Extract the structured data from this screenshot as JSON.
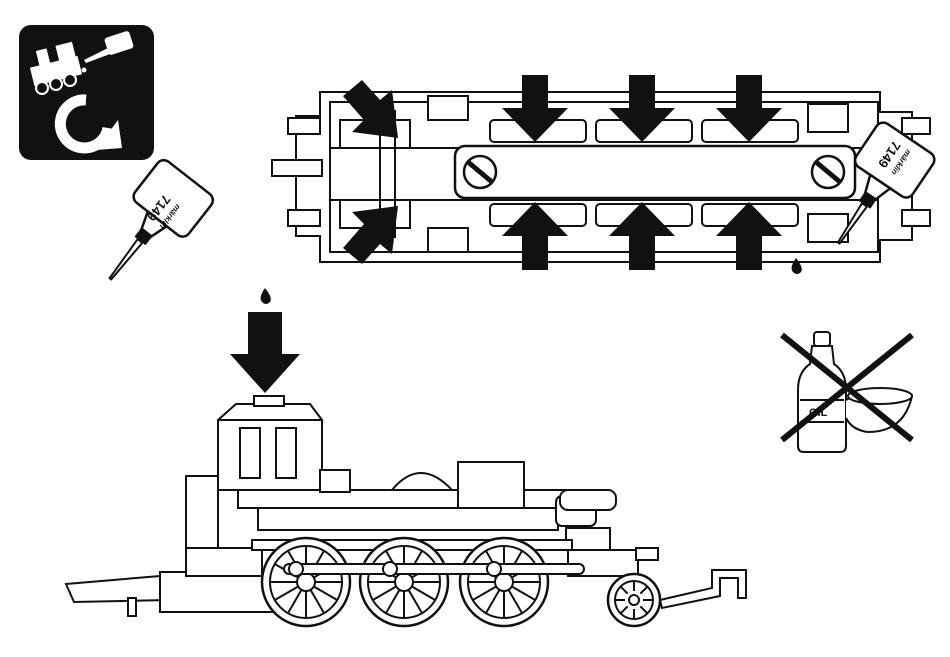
{
  "oiler": {
    "number": "7149",
    "brand": "märklin"
  },
  "bottle": {
    "label": "OIL"
  },
  "colors": {
    "ink": "#1a1a1a",
    "paper": "#ffffff",
    "light_gray": "#e6e6e6"
  },
  "icons": {
    "maintenance": "maintenance-service-icon",
    "arrow": "lubrication-point-arrow",
    "prohibited": "no-oil-bottle-icon"
  }
}
